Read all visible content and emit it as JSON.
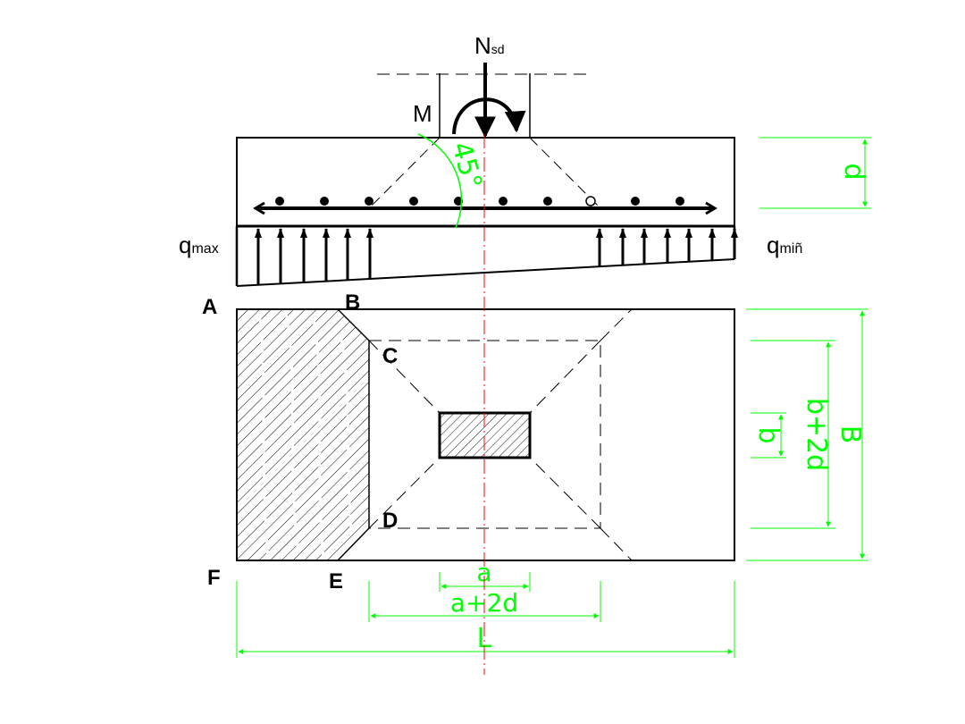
{
  "labels": {
    "axial_load": "N",
    "axial_load_sub": "sd",
    "moment": "M",
    "angle": "45°",
    "q_max": "q",
    "q_max_sub": "max",
    "q_min": "q",
    "q_min_sub": "miñ",
    "point_a": "A",
    "point_b": "B",
    "point_c": "C",
    "point_d": "D",
    "point_e": "E",
    "point_f": "F"
  },
  "dimensions": {
    "depth": "d",
    "column_b": "b",
    "b_plus_2d": "b+2d",
    "width_B": "B",
    "column_a": "a",
    "a_plus_2d": "a+2d",
    "length_L": "L"
  },
  "colors": {
    "outline": "#000000",
    "dimension": "#00ff00",
    "axis": "#ff0000"
  }
}
